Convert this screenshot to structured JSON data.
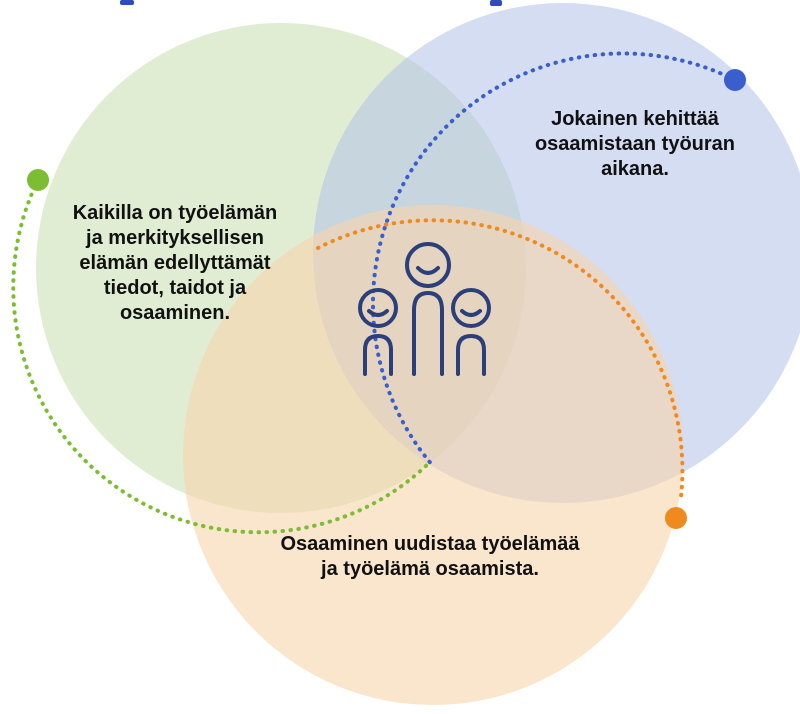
{
  "title": "",
  "circles": [
    {
      "id": "green",
      "text": "Kaikilla on työelämän\nja merkityksellisen\nelämän edellyttämät\ntiedot, taidot ja\nosaaminen.",
      "fill": "#c9dfae",
      "stroke": "#7cbd34",
      "dot": "#7cbd34"
    },
    {
      "id": "blue",
      "text": "Jokainen kehittää\nosaamistaan työuran\naikana.",
      "fill": "#b3c1e8",
      "stroke": "#3a5fcd",
      "dot": "#3a5fcd"
    },
    {
      "id": "orange",
      "text": "Osaaminen uudistaa työelämää\nja työelämä osaamista.",
      "fill": "#f6d3ac",
      "stroke": "#f08a1e",
      "dot": "#f08a1e"
    }
  ],
  "center_icon": {
    "name": "people-group-icon",
    "color": "#2b3f7a"
  },
  "heading_color": "#2f4db8"
}
